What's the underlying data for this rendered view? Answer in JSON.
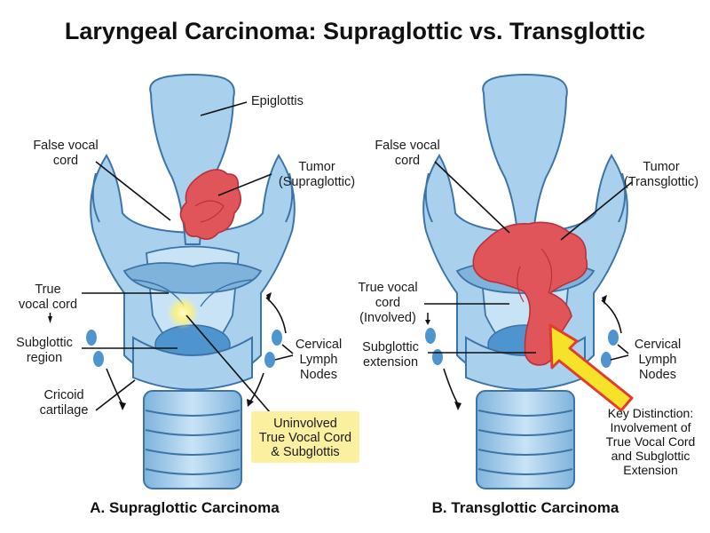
{
  "title": "Laryngeal Carcinoma: Supraglottic vs. Transglottic",
  "colors": {
    "cartilage": "#a9d1ee",
    "cartilage_dark": "#6fa7d3",
    "outline": "#3d74a8",
    "airway": "#4e95cf",
    "tumor": "#e0555a",
    "tumor_dark": "#b8323a",
    "callout_bg": "#fbf0a0",
    "arrow_yellow": "#f7e22a",
    "arrow_red": "#e23b30"
  },
  "panel_a": {
    "caption": "A. Supraglottic Carcinoma",
    "labels": {
      "epiglottis": "Epiglottis",
      "false_vocal_cord_1": "False vocal",
      "false_vocal_cord_2": "cord",
      "tumor_1": "Tumor",
      "tumor_2": "(Supraglottic)",
      "true_vocal_cord_1": "True",
      "true_vocal_cord_2": "vocal cord",
      "subglottic_1": "Subglottic",
      "subglottic_2": "region",
      "cricoid_1": "Cricoid",
      "cricoid_2": "cartilage",
      "lymph_1": "Cervical",
      "lymph_2": "Lymph",
      "lymph_3": "Nodes"
    },
    "callout": [
      "Uninvolved",
      "True Vocal Cord",
      "& Subglottis"
    ]
  },
  "panel_b": {
    "caption": "B. Transglottic Carcinoma",
    "labels": {
      "false_vocal_cord_1": "False vocal",
      "false_vocal_cord_2": "cord",
      "tumor_1": "Tumor",
      "tumor_2": "(Transglottic)",
      "true_vocal_cord_1": "True vocal",
      "true_vocal_cord_2": "cord",
      "true_vocal_cord_3": "(Involved)",
      "subglottic_1": "Subglottic",
      "subglottic_2": "extension",
      "lymph_1": "Cervical",
      "lymph_2": "Lymph",
      "lymph_3": "Nodes"
    },
    "key_distinction": [
      "Key Distinction:",
      "Involvement of",
      "True Vocal Cord",
      "and Subglottic",
      "Extension"
    ]
  }
}
